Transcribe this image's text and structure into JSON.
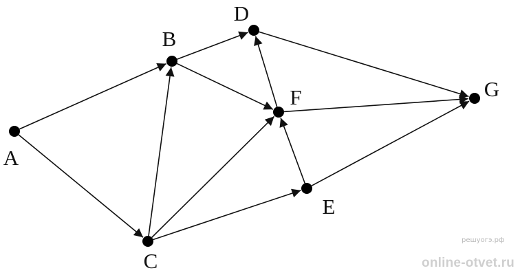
{
  "graph": {
    "nodes": [
      {
        "id": "A",
        "label": "A"
      },
      {
        "id": "B",
        "label": "B"
      },
      {
        "id": "C",
        "label": "C"
      },
      {
        "id": "D",
        "label": "D"
      },
      {
        "id": "E",
        "label": "E"
      },
      {
        "id": "F",
        "label": "F"
      },
      {
        "id": "G",
        "label": "G"
      }
    ],
    "edges": [
      {
        "from": "A",
        "to": "B"
      },
      {
        "from": "A",
        "to": "C"
      },
      {
        "from": "B",
        "to": "D"
      },
      {
        "from": "B",
        "to": "F"
      },
      {
        "from": "C",
        "to": "B"
      },
      {
        "from": "C",
        "to": "F"
      },
      {
        "from": "C",
        "to": "E"
      },
      {
        "from": "F",
        "to": "D"
      },
      {
        "from": "F",
        "to": "G"
      },
      {
        "from": "E",
        "to": "F"
      },
      {
        "from": "E",
        "to": "G"
      },
      {
        "from": "D",
        "to": "G"
      }
    ],
    "directed": true,
    "node_color": "#000000",
    "edge_color": "#111111"
  },
  "watermarks": {
    "small": "решуогэ.рф",
    "large": "online-otvet.ru"
  }
}
